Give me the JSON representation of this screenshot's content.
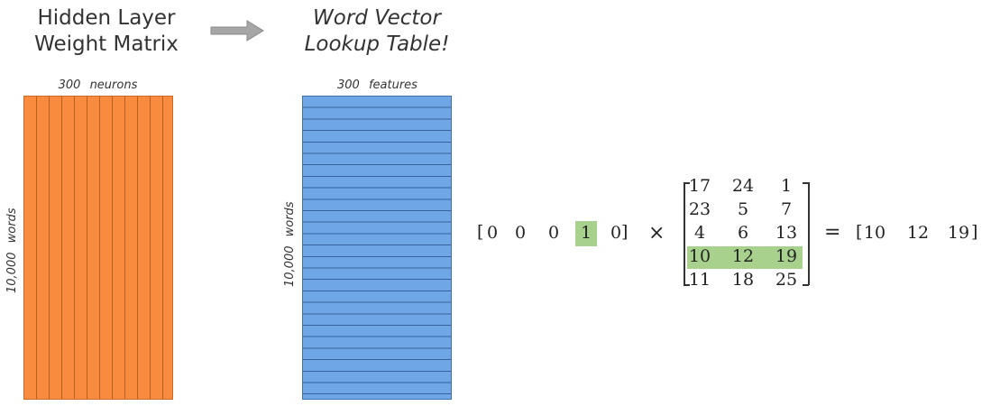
{
  "left_panel": {
    "title_line1": "Hidden Layer",
    "title_line2": "Weight Matrix",
    "top_label": "300   neurons",
    "side_label": "10,000   words",
    "fill_color": "#f98b3f"
  },
  "right_panel": {
    "title_line1": "Word Vector",
    "title_line2": "Lookup Table!",
    "top_label": "300   features",
    "side_label": "10,000   words",
    "fill_color": "#6ea6e6"
  },
  "arrow": {
    "icon": "right-arrow-icon",
    "color": "#999999"
  },
  "equation": {
    "one_hot": [
      "0",
      "0",
      "0",
      "1",
      "0"
    ],
    "one_hot_highlight_index": 3,
    "times_symbol": "×",
    "matrix": [
      [
        "17",
        "24",
        "1"
      ],
      [
        "23",
        "5",
        "7"
      ],
      [
        "4",
        "6",
        "13"
      ],
      [
        "10",
        "12",
        "19"
      ],
      [
        "11",
        "18",
        "25"
      ]
    ],
    "highlight_row_index": 3,
    "equals_symbol": "=",
    "result": [
      "10",
      "12",
      "19"
    ],
    "open_bracket": "[",
    "close_bracket": "]",
    "highlight_color": "#a9d18e"
  }
}
